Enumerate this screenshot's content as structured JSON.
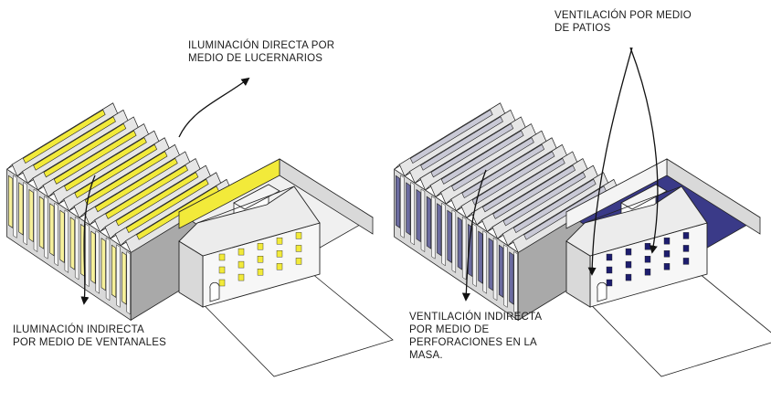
{
  "colors": {
    "illumination_accent": "#f2ea3a",
    "ventilation_accent": "#1d1d6e",
    "line": "#222222",
    "shade_light": "#f4f4f4",
    "shade_mid": "#d9d9d9",
    "shade_dark": "#a9a9a9"
  },
  "left_diagram": {
    "topic": "illumination",
    "label_top": {
      "line1": "ILUMINACIÓN DIRECTA POR",
      "line2": "MEDIO DE LUCERNARIOS"
    },
    "label_bottom": {
      "line1": "ILUMINACIÓN INDIRECTA",
      "line2": "POR MEDIO DE VENTANALES"
    }
  },
  "right_diagram": {
    "topic": "ventilation",
    "label_top": {
      "line1": "VENTILACIÓN POR MEDIO",
      "line2": "DE PATIOS"
    },
    "label_bottom": {
      "line1": "VENTILACIÓN INDIRECTA",
      "line2": "POR MEDIO DE",
      "line3": "PERFORACIONES EN LA",
      "line4": "MASA."
    }
  }
}
